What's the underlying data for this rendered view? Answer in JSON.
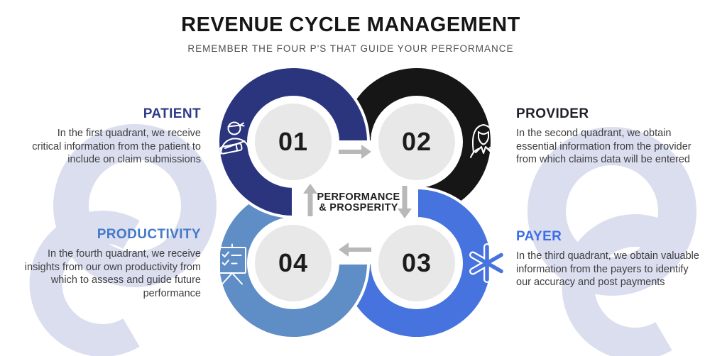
{
  "header": {
    "title": "REVENUE CYCLE MANAGEMENT",
    "subtitle": "REMEMBER THE FOUR P'S THAT GUIDE YOUR PERFORMANCE"
  },
  "center_label": {
    "line1": "PERFORMANCE",
    "line2": "& PROSPERITY"
  },
  "quadrants": [
    {
      "number": "01",
      "label": "PATIENT",
      "description": "In the first quadrant, we receive critical information from the patient to include on claim submissions",
      "heading_color": "#2e3b87",
      "ring_color": "#2a357e",
      "icon": "patient-icon"
    },
    {
      "number": "02",
      "label": "PROVIDER",
      "description": "In the second quadrant, we obtain essential information from the provider from which claims data will be entered",
      "heading_color": "#1f2028",
      "ring_color": "#161616",
      "icon": "provider-icon"
    },
    {
      "number": "03",
      "label": "PAYER",
      "description": "In the third quadrant, we obtain valuable information from the payers to identify our accuracy and post payments",
      "heading_color": "#3c6de8",
      "ring_color": "#4673de",
      "icon": "payer-icon"
    },
    {
      "number": "04",
      "label": "PRODUCTIVITY",
      "description": "In the fourth quadrant, we receive insights from our own productivity from which to assess and guide future performance",
      "heading_color": "#4379c9",
      "ring_color": "#5f8dc6",
      "icon": "productivity-icon"
    }
  ],
  "flow_arrows": [
    "arrow-right-icon",
    "arrow-down-icon",
    "arrow-left-icon",
    "arrow-up-icon"
  ],
  "colors": {
    "watermark": "#b9bedf",
    "arrow": "#b8b8b8",
    "number_circle_fill": "#e8e8e8",
    "title_text": "#161616",
    "subtitle_text": "#4d4d4d",
    "body_text": "#3e3e42"
  }
}
